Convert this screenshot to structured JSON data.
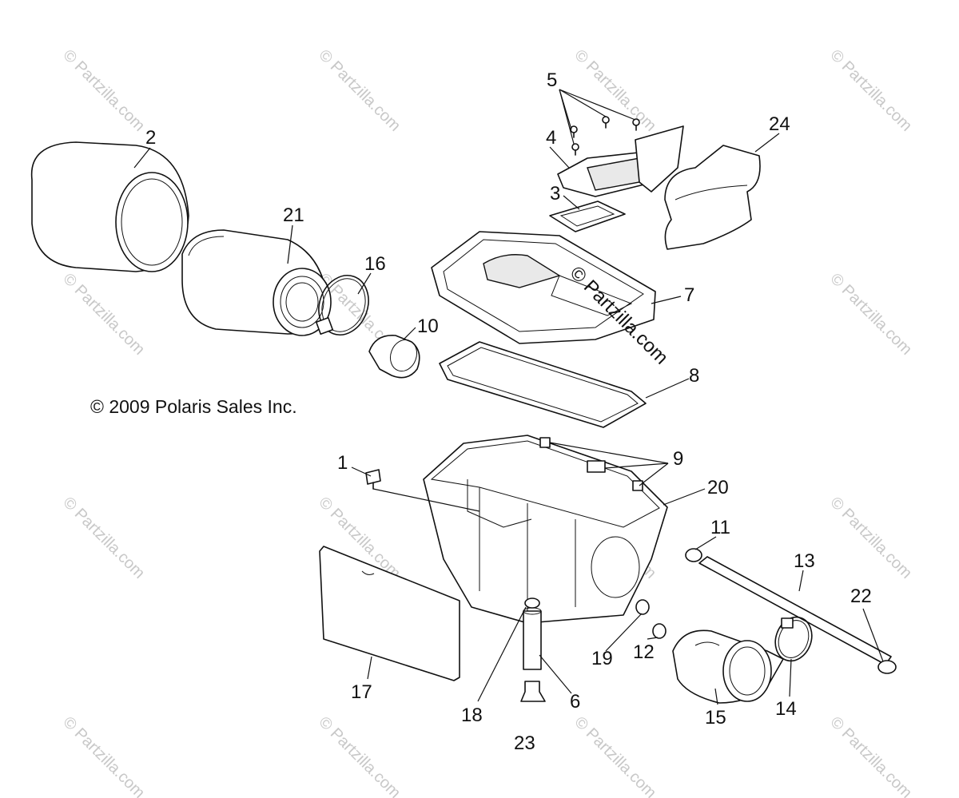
{
  "copyright": "© 2009 Polaris Sales Inc.",
  "watermark_text": "© Partzilla.com",
  "center_watermark": "© Partzilla.com",
  "callouts": [
    "1",
    "2",
    "3",
    "4",
    "5",
    "6",
    "7",
    "8",
    "9",
    "10",
    "11",
    "12",
    "13",
    "14",
    "15",
    "16",
    "17",
    "18",
    "19",
    "20",
    "21",
    "22",
    "23",
    "24"
  ]
}
